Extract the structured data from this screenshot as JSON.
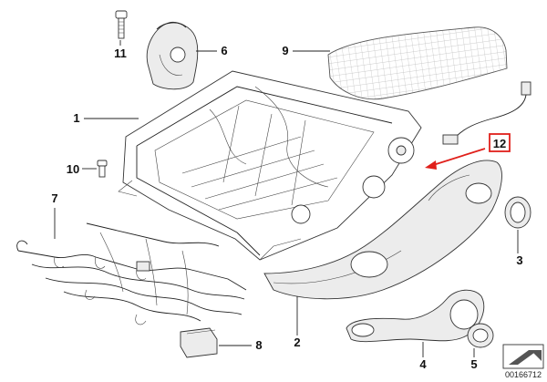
{
  "callouts": {
    "c1": "1",
    "c2": "2",
    "c3": "3",
    "c4": "4",
    "c5": "5",
    "c6": "6",
    "c7": "7",
    "c8": "8",
    "c9": "9",
    "c10": "10",
    "c11": "11",
    "c12": "12"
  },
  "catalog_number": "00166712",
  "colors": {
    "highlight": "#e0201b",
    "ink": "#222222",
    "mesh": "#bdbdbd",
    "part_fill": "#ececec"
  },
  "icons": [
    "bolt-icon",
    "arrow-icon"
  ]
}
